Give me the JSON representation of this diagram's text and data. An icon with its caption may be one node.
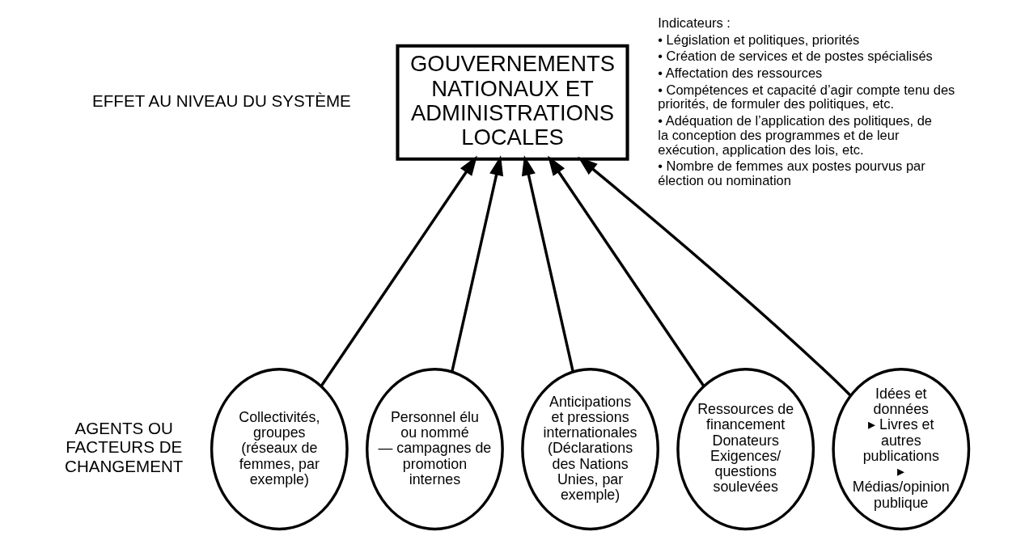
{
  "diagram": {
    "nodes": [
      {
        "text": [
          "GOUVERNEMENTS NATIONAUX ET ADMINISTRATIONS LOCALES"
        ]
      },
      {
        "text": [
          "Collectivités, groupes (réseaux de femmes, par exemple)"
        ]
      },
      {
        "text": [
          "Personnel élu ou nommé",
          "— campagnes de promotion internes"
        ]
      },
      {
        "text": [
          "Anticipations et pressions internationales (Déclarations des Nations Unies, par exemple)"
        ]
      },
      {
        "text": [
          "Ressources de financement",
          "Donateurs",
          "Exigences/ questions soulevées"
        ]
      },
      {
        "text": [
          "Idées et données",
          "▸ Livres et autres publications",
          "▸ Médias/opinion publique"
        ]
      }
    ],
    "edges": [
      {
        "from": 1,
        "to": 0,
        "arrow": "to"
      },
      {
        "from": 2,
        "to": 0,
        "arrow": "to"
      },
      {
        "from": 3,
        "to": 0,
        "arrow": "to"
      },
      {
        "from": 4,
        "to": 0,
        "arrow": "to"
      },
      {
        "from": 5,
        "to": 0,
        "arrow": "to"
      }
    ],
    "labels": [
      "EFFET AU NIVEAU DU SYSTÈME",
      "AGENTS OU FACTEURS DE CHANGEMENT",
      "Indicateurs :",
      "• Législation et politiques, priorités",
      "• Création de services et de postes spécialisés",
      "• Affectation des ressources",
      "• Compétences et capacité d’agir compte tenu des priorités, de formuler des politiques, etc.",
      "• Adéquation de l’application des politiques, de la conception des programmes et de leur exécution, application des lois, etc.",
      "• Nombre de femmes aux postes pourvus par élection ou nomination"
    ]
  }
}
